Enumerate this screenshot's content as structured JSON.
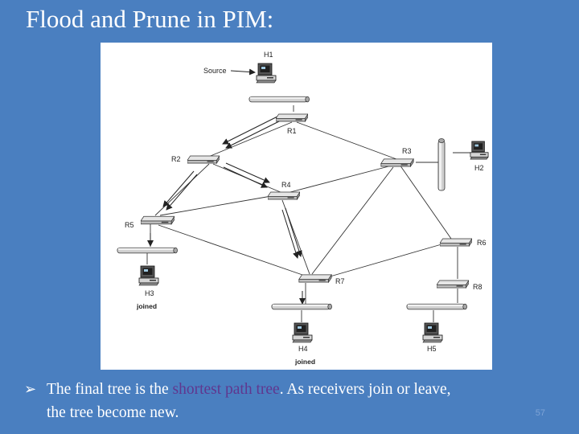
{
  "title": "Flood and Prune in PIM:",
  "diagram": {
    "source_label": "Source",
    "hosts": {
      "h1": "H1",
      "h2": "H2",
      "h3": "H3",
      "h4": "H4",
      "h5": "H5"
    },
    "routers": {
      "r1": "R1",
      "r2": "R2",
      "r3": "R3",
      "r4": "R4",
      "r5": "R5",
      "r6": "R6",
      "r7": "R7",
      "r8": "R8"
    },
    "h3_status": "joined",
    "h4_status": "joined"
  },
  "bullet": {
    "part1": "The final tree is the ",
    "highlight": "shortest path tree",
    "part2": ". As receivers join or leave,",
    "line2": "the tree become new."
  },
  "page_number": "57",
  "colors": {
    "background": "#4a7fc0",
    "highlight": "#60378f"
  }
}
